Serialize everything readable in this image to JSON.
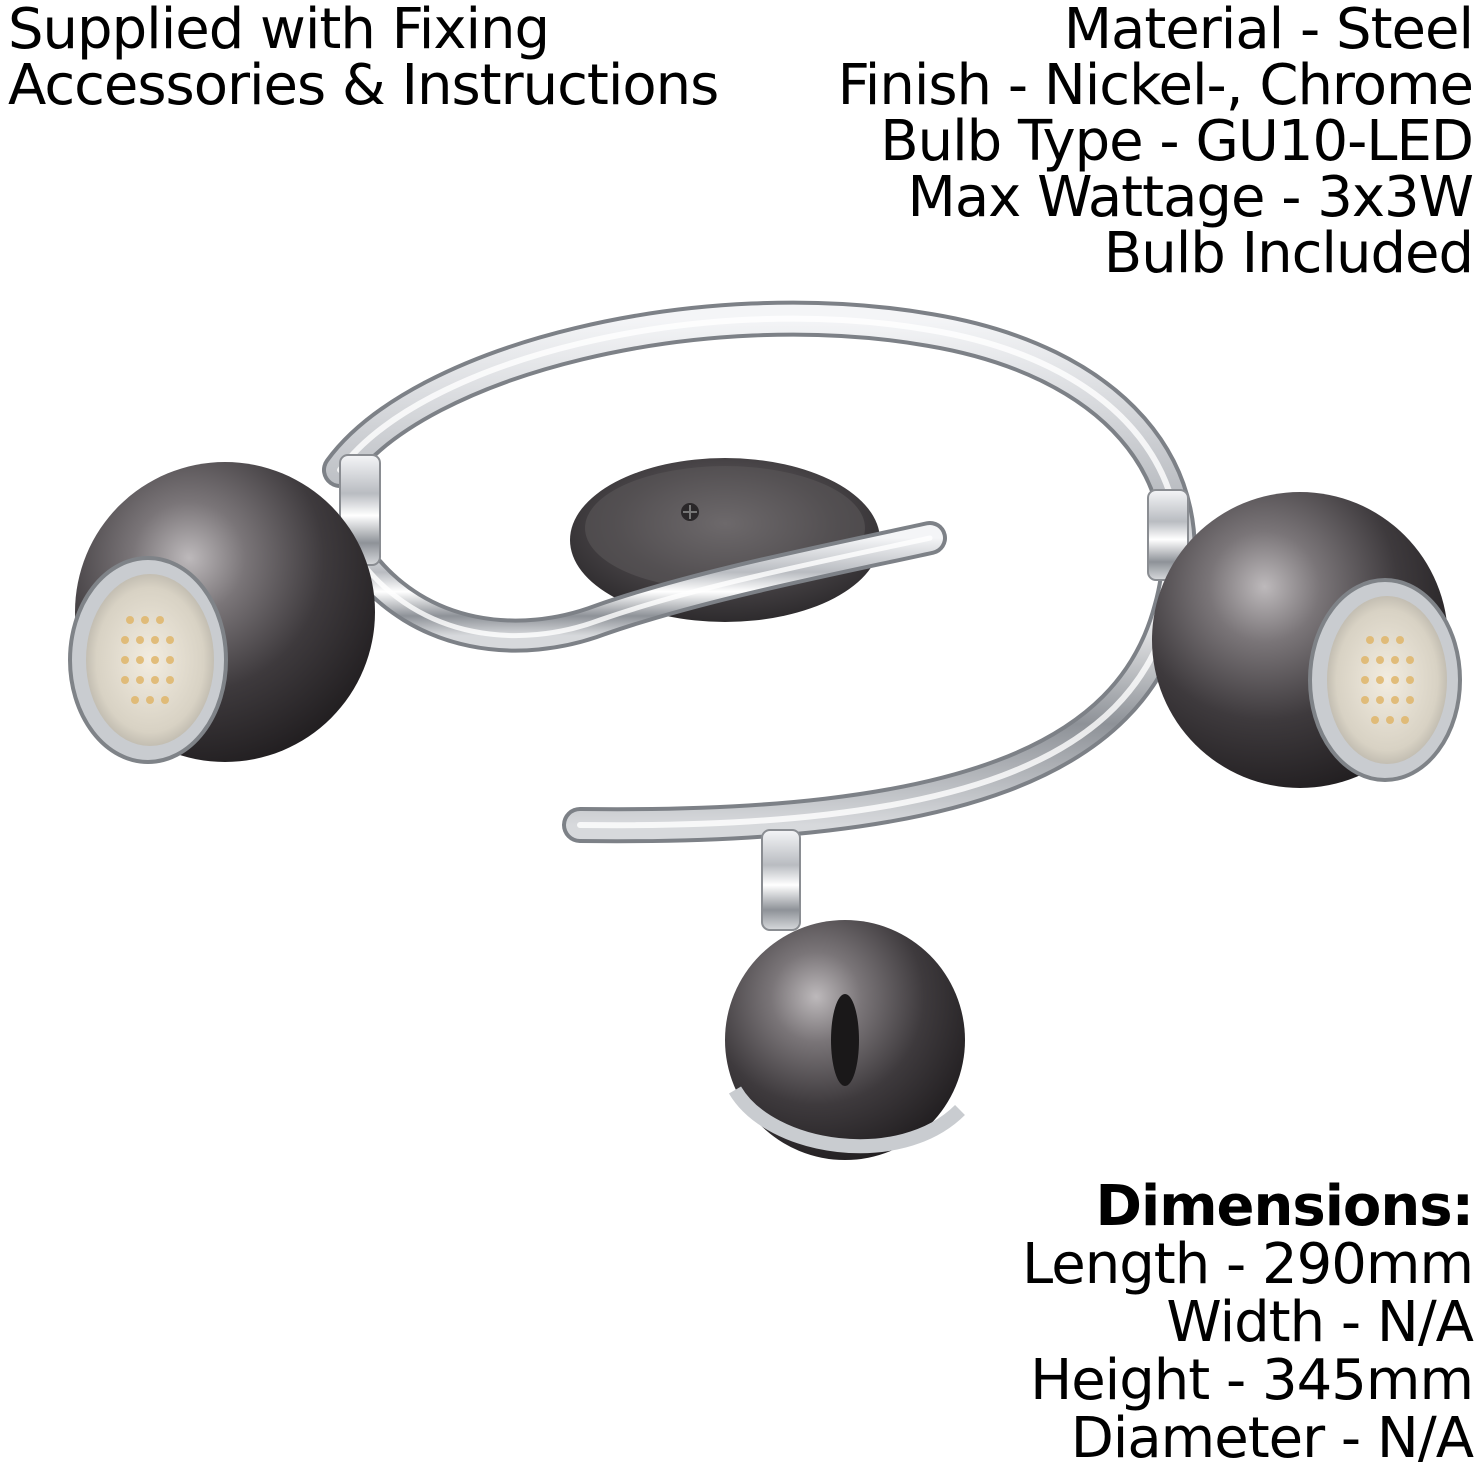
{
  "supply_note": {
    "lines": [
      "Supplied with Fixing",
      "Accessories & Instructions"
    ]
  },
  "specs": {
    "material": "Material - Steel",
    "finish": "Finish - Nickel-, Chrome",
    "bulb_type": "Bulb Type - GU10-LED",
    "max_wattage": "Max Wattage - 3x3W",
    "bulb_included": "Bulb Included"
  },
  "dimensions": {
    "heading": "Dimensions:",
    "length": "Length - 290mm",
    "width": "Width - N/A",
    "height": "Height - 345mm",
    "diameter": "Diameter - N/A"
  },
  "colors": {
    "background": "#ffffff",
    "text": "#000000",
    "chrome": "#c9ccd0",
    "black_nickel": "#4a4649"
  }
}
